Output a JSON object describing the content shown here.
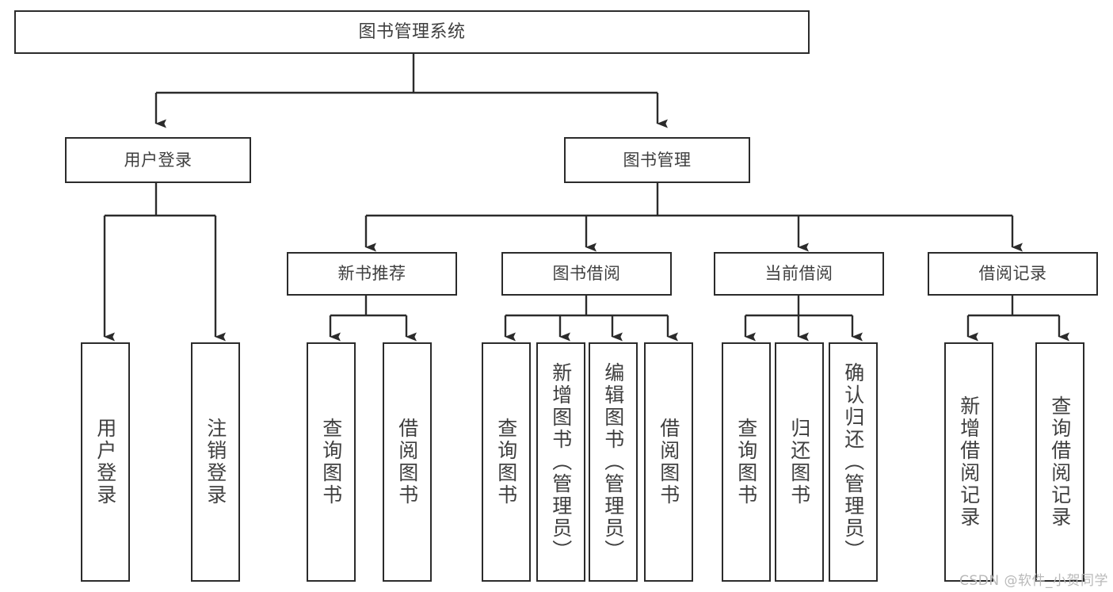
{
  "diagram": {
    "title": "图书管理系统",
    "type": "hierarchy-tree",
    "watermark": "CSDN @软件_小贺同学",
    "colors": {
      "box_border": "#2b2b2b",
      "box_fill": "#ffffff",
      "text": "#3f3f3f",
      "connector": "#2b2b2b",
      "watermark": "#b9b9b9"
    },
    "levels": {
      "level0": "系统",
      "level1": "模块",
      "level2": "子模块",
      "level3": "功能"
    },
    "nodes": {
      "root": {
        "label": "图书管理系统"
      },
      "level1": [
        {
          "id": "user-login",
          "label": "用户登录"
        },
        {
          "id": "book-manage",
          "label": "图书管理"
        }
      ],
      "level2": [
        {
          "id": "new-book-recommend",
          "label": "新书推荐",
          "parent": "book-manage"
        },
        {
          "id": "book-borrow",
          "label": "图书借阅",
          "parent": "book-manage"
        },
        {
          "id": "current-borrow",
          "label": "当前借阅",
          "parent": "book-manage"
        },
        {
          "id": "borrow-record",
          "label": "借阅记录",
          "parent": "book-manage"
        }
      ],
      "level3": [
        {
          "id": "leaf-user-login",
          "label": "用户登录",
          "parent": "user-login"
        },
        {
          "id": "leaf-logout",
          "label": "注销登录",
          "parent": "user-login"
        },
        {
          "id": "leaf-query-book-1",
          "label": "查询图书",
          "parent": "new-book-recommend"
        },
        {
          "id": "leaf-borrow-book-1",
          "label": "借阅图书",
          "parent": "new-book-recommend"
        },
        {
          "id": "leaf-query-book-2",
          "label": "查询图书",
          "parent": "book-borrow"
        },
        {
          "id": "leaf-add-book",
          "label": "新增图书（管理员）",
          "parent": "book-borrow"
        },
        {
          "id": "leaf-edit-book",
          "label": "编辑图书（管理员）",
          "parent": "book-borrow"
        },
        {
          "id": "leaf-borrow-book-2",
          "label": "借阅图书",
          "parent": "book-borrow"
        },
        {
          "id": "leaf-query-book-3",
          "label": "查询图书",
          "parent": "current-borrow"
        },
        {
          "id": "leaf-return-book",
          "label": "归还图书",
          "parent": "current-borrow"
        },
        {
          "id": "leaf-confirm-return",
          "label": "确认归还（管理员）",
          "parent": "current-borrow"
        },
        {
          "id": "leaf-add-record",
          "label": "新增借阅记录",
          "parent": "borrow-record"
        },
        {
          "id": "leaf-query-record",
          "label": "查询借阅记录",
          "parent": "borrow-record"
        }
      ]
    }
  }
}
